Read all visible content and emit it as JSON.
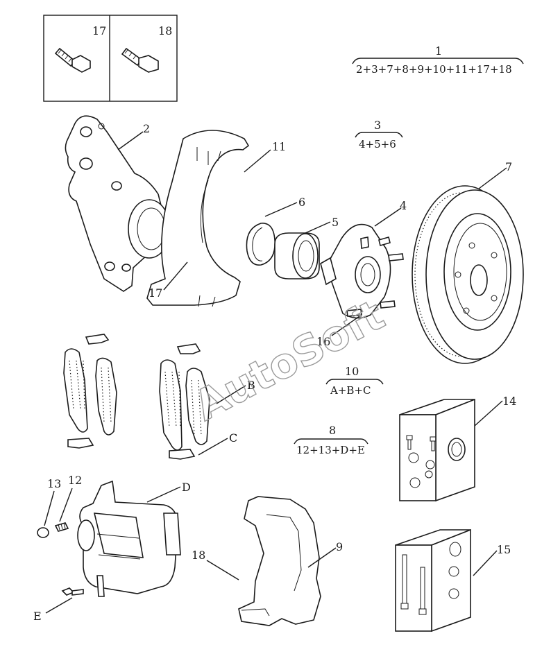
{
  "labels": {
    "p1": "1",
    "p2": "2",
    "p3": "3",
    "p4": "4",
    "p5": "5",
    "p6": "6",
    "p7": "7",
    "p8": "8",
    "p9": "9",
    "p10": "10",
    "p11": "11",
    "p12": "12",
    "p13": "13",
    "p14": "14",
    "p15": "15",
    "p16": "16",
    "p17_box": "17",
    "p17_bolt": "17",
    "p18_box": "18",
    "p18_bolt": "18",
    "pB": "B",
    "pC": "C",
    "pD": "D",
    "pE": "E"
  },
  "groups": {
    "g1": "2+3+7+8+9+10+11+17+18",
    "g3": "4+5+6",
    "g10": "A+B+C",
    "g8": "12+13+D+E"
  },
  "watermark": "AutoSoft"
}
